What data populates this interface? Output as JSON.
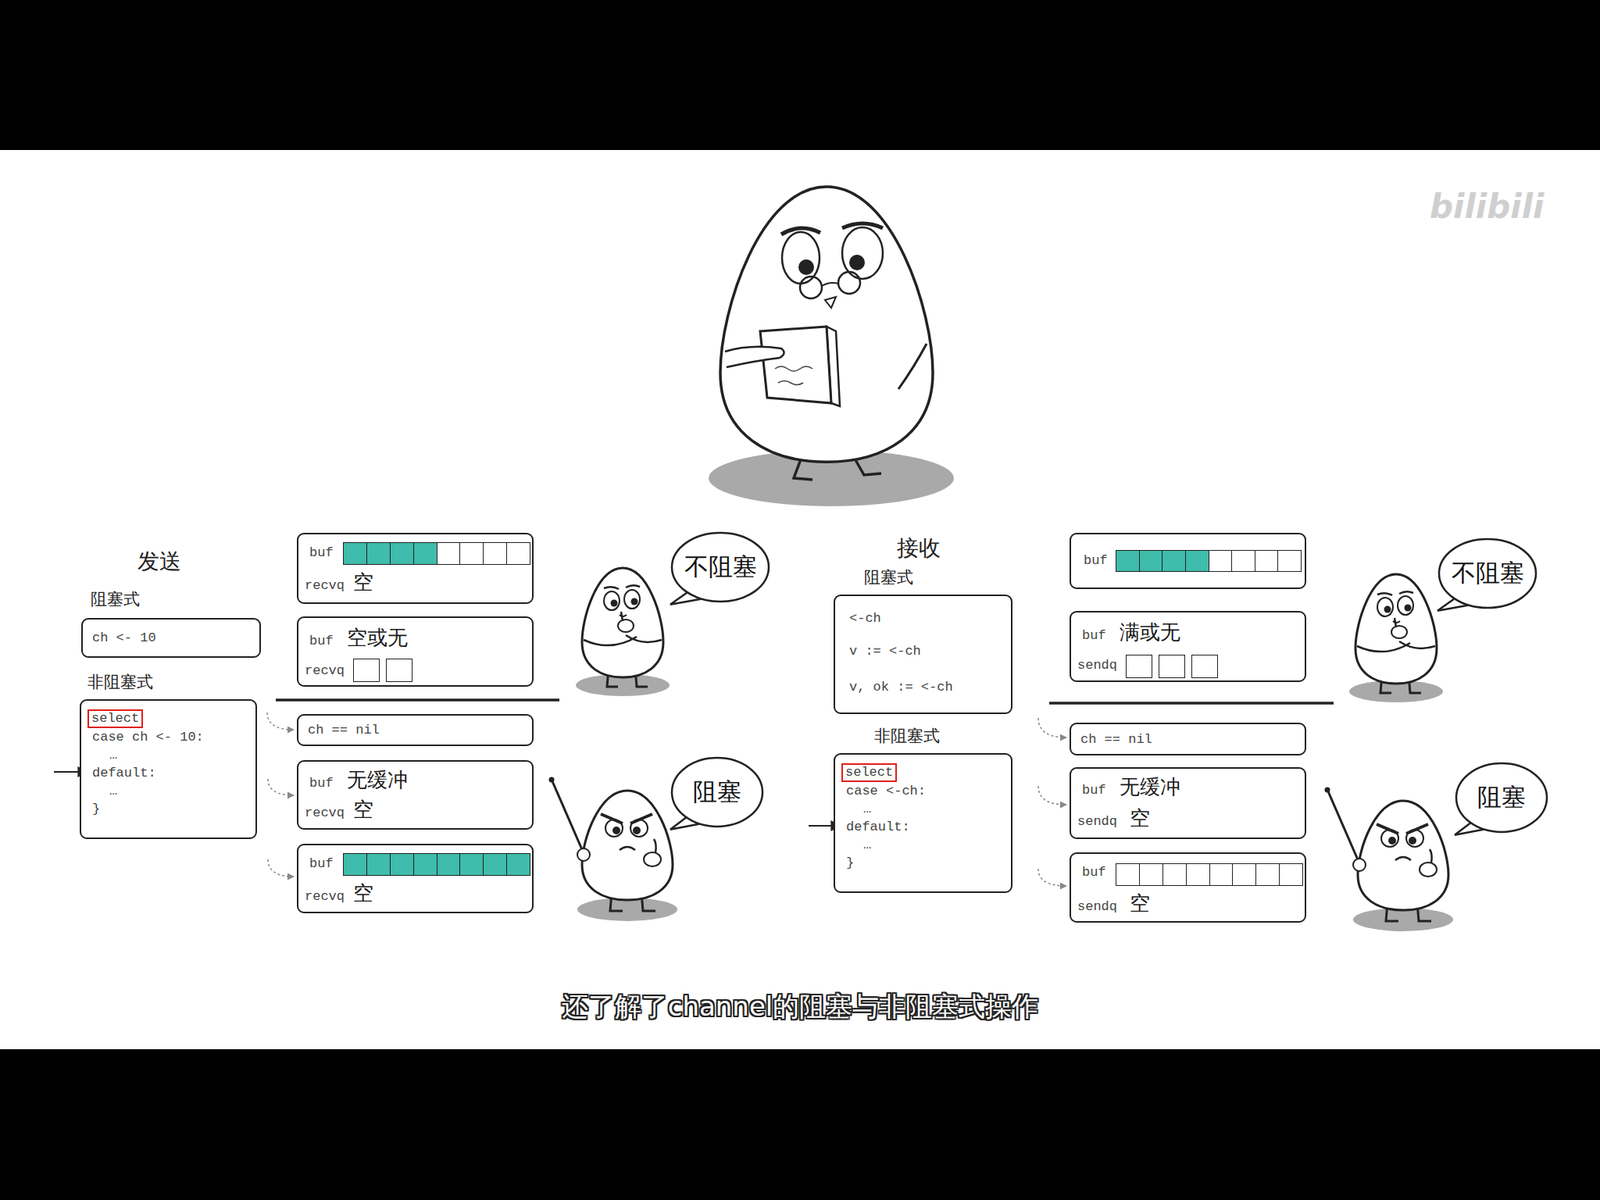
{
  "diagram": {
    "caption": "还了解了channel的阻塞与非阻塞式操作",
    "nodes": [
      {
        "text": [
          "阻塞式",
          "ch <- 10"
        ]
      },
      {
        "text": [
          "非阻塞式",
          "select",
          "case ch <- 10:",
          "…",
          "default:",
          "…",
          "}"
        ]
      },
      {
        "text": [
          "buf",
          "recvq",
          "空"
        ]
      },
      {
        "text": [
          "buf",
          "空或无",
          "recvq"
        ]
      },
      {
        "text": [
          "ch == nil"
        ]
      },
      {
        "text": [
          "buf",
          "无缓冲",
          "recvq",
          "空"
        ]
      },
      {
        "text": [
          "buf",
          "recvq",
          "空"
        ]
      },
      {
        "text": [
          "不阻塞"
        ]
      },
      {
        "text": [
          "阻塞"
        ]
      },
      {
        "text": [
          "阻塞式",
          "<-ch",
          "v := <-ch",
          "v, ok := <-ch"
        ]
      },
      {
        "text": [
          "非阻塞式",
          "select",
          "case <-ch:",
          "…",
          "default:",
          "…",
          "}"
        ]
      },
      {
        "text": [
          "buf"
        ]
      },
      {
        "text": [
          "buf",
          "满或无",
          "sendq"
        ]
      },
      {
        "text": [
          "ch == nil"
        ]
      },
      {
        "text": [
          "buf",
          "无缓冲",
          "sendq",
          "空"
        ]
      },
      {
        "text": [
          "buf",
          "sendq",
          "空"
        ]
      },
      {
        "text": [
          "不阻塞"
        ]
      },
      {
        "text": [
          "阻塞"
        ]
      }
    ],
    "labels": [
      "发送",
      "接收",
      "bilibili"
    ]
  }
}
